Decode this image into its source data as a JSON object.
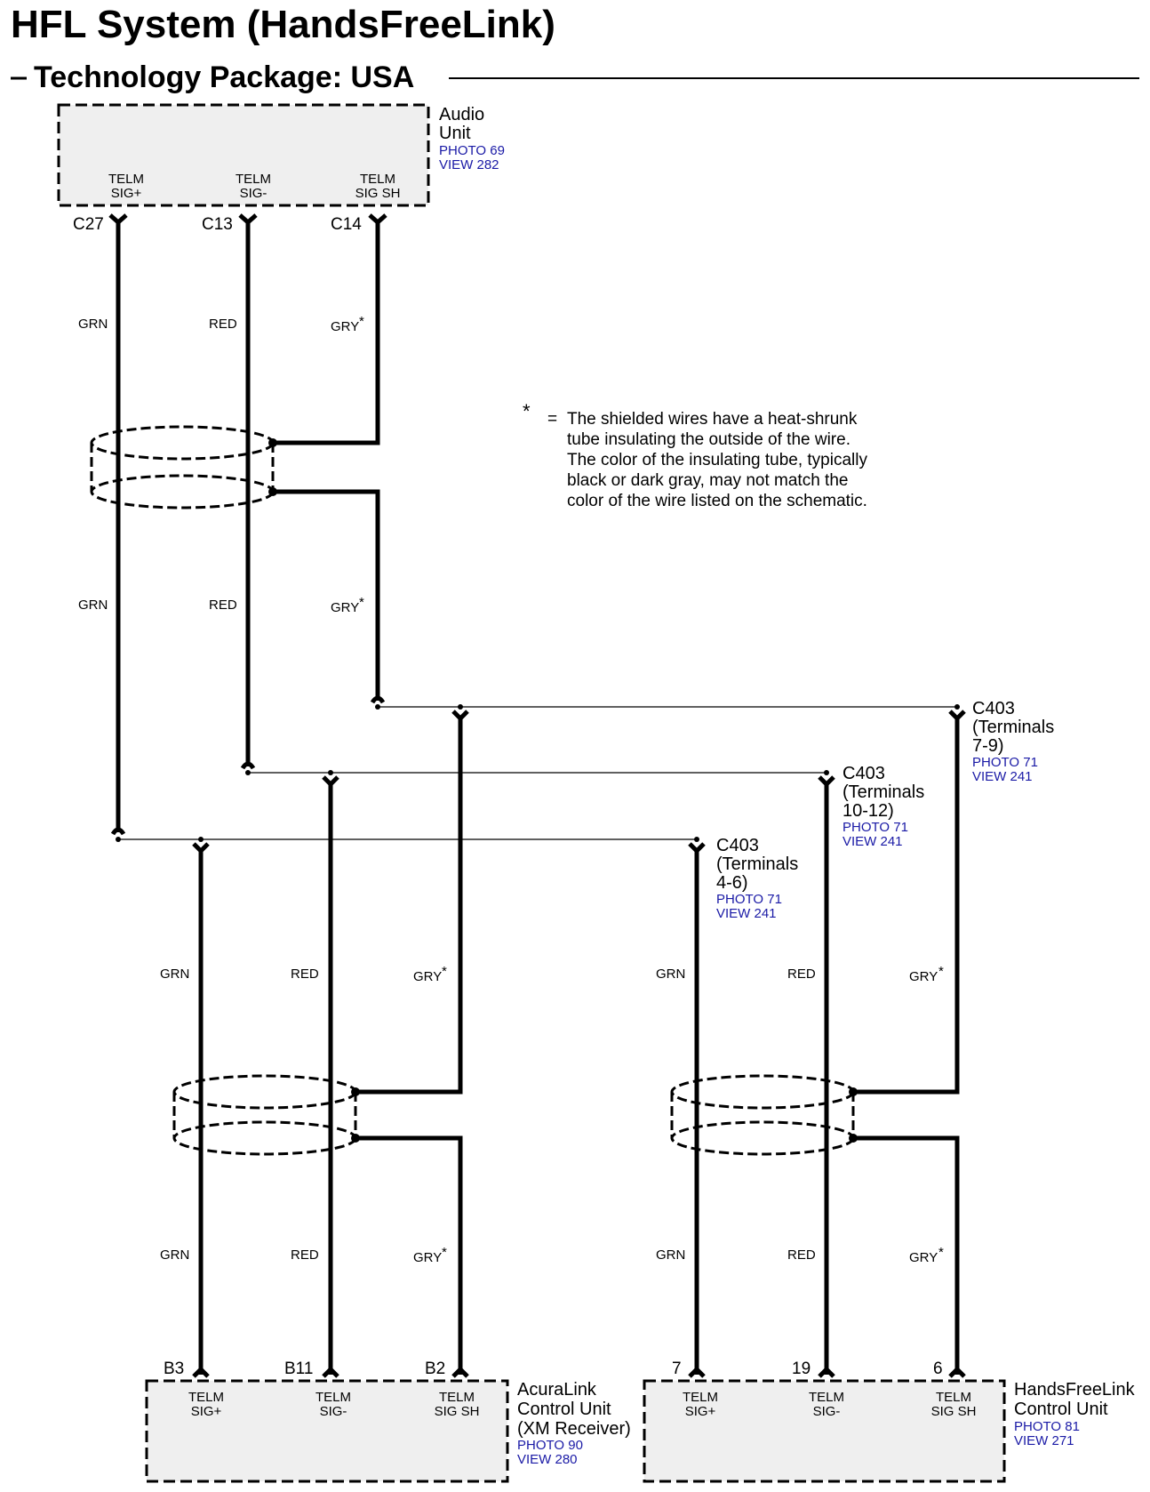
{
  "title": "HFL System (HandsFreeLink)",
  "subtitle": "Technology Package: USA",
  "note": {
    "marker": "*",
    "equals": "=",
    "lines": [
      "The shielded wires have a heat-shrunk",
      "tube insulating the outside of the wire.",
      "The color of the insulating tube, typically",
      "black or dark gray, may not match the",
      "color of the wire listed on the schematic."
    ]
  },
  "audio_unit": {
    "name_lines": [
      "Audio",
      "Unit"
    ],
    "photo": "PHOTO 69",
    "view": "VIEW 282",
    "terminals": [
      {
        "line1": "TELM",
        "line2": "SIG+",
        "pin": "C27"
      },
      {
        "line1": "TELM",
        "line2": "SIG-",
        "pin": "C13"
      },
      {
        "line1": "TELM",
        "line2": "SIG SH",
        "pin": "C14"
      }
    ]
  },
  "acuralink": {
    "name_lines": [
      "AcuraLink",
      "Control Unit",
      "(XM Receiver)"
    ],
    "photo": "PHOTO 90",
    "view": "VIEW 280",
    "terminals": [
      {
        "line1": "TELM",
        "line2": "SIG+",
        "pin": "B3"
      },
      {
        "line1": "TELM",
        "line2": "SIG-",
        "pin": "B11"
      },
      {
        "line1": "TELM",
        "line2": "SIG SH",
        "pin": "B2"
      }
    ]
  },
  "hfl_unit": {
    "name_lines": [
      "HandsFreeLink",
      "Control Unit"
    ],
    "photo": "PHOTO 81",
    "view": "VIEW 271",
    "terminals": [
      {
        "line1": "TELM",
        "line2": "SIG+",
        "pin": "7"
      },
      {
        "line1": "TELM",
        "line2": "SIG-",
        "pin": "19"
      },
      {
        "line1": "TELM",
        "line2": "SIG SH",
        "pin": "6"
      }
    ]
  },
  "connectors": {
    "c403_7_9": {
      "name": "C403",
      "lines": [
        "(Terminals",
        "7-9)"
      ],
      "photo": "PHOTO 71",
      "view": "VIEW 241"
    },
    "c403_10_12": {
      "name": "C403",
      "lines": [
        "(Terminals",
        "10-12)"
      ],
      "photo": "PHOTO 71",
      "view": "VIEW 241"
    },
    "c403_4_6": {
      "name": "C403",
      "lines": [
        "(Terminals",
        "4-6)"
      ],
      "photo": "PHOTO 71",
      "view": "VIEW 241"
    }
  },
  "wire_colors": {
    "grn": "GRN",
    "red": "RED",
    "gry": "GRY",
    "shield_marker": "*"
  }
}
